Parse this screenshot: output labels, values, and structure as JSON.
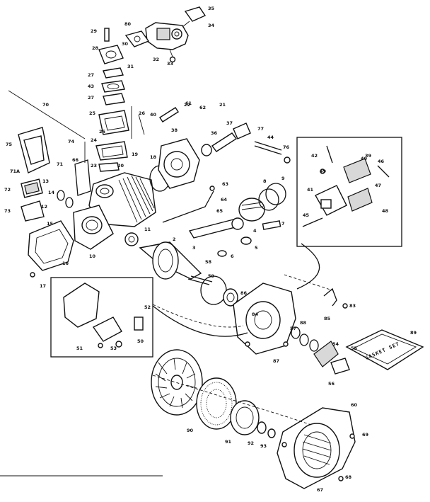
{
  "labels": {
    "l1": "80",
    "l2": "29",
    "l3": "30",
    "l4": "28",
    "l5": "31",
    "l6": "27",
    "l7": "43",
    "l8": "27",
    "l9": "26",
    "l10": "25",
    "l11": "24",
    "l12": "23",
    "l13": "70",
    "l14": "75",
    "l15": "74",
    "l16": "71",
    "l17": "71A",
    "l18": "72",
    "l19": "73",
    "l20": "13",
    "l21": "12",
    "l22": "14",
    "l23": "15",
    "l24": "16",
    "l25": "17",
    "l26": "10",
    "l27": "11",
    "l28": "62",
    "l29": "21",
    "l30": "22",
    "l31": "36",
    "l32": "38",
    "l33": "37",
    "l34": "77",
    "l35": "44",
    "l36": "76",
    "l37": "63",
    "l38": "64",
    "l39": "65",
    "l40": "9",
    "l41": "8",
    "l42": "7",
    "l43": "4",
    "l44": "5",
    "l45": "6",
    "l46": "3",
    "l47": "2",
    "l48": "58",
    "l49": "59",
    "l50": "33",
    "l51": "32",
    "l52": "34",
    "l53": "35",
    "l54": "61",
    "l55": "18",
    "l56": "19",
    "l57": "20",
    "l58": "66",
    "l59": "50",
    "l60": "51",
    "l61": "52",
    "l62": "53",
    "l63": "40",
    "l64": "39",
    "l65": "46",
    "l66": "42",
    "l67": "47",
    "l68": "48",
    "l69": "49",
    "l70": "41",
    "l71": "45",
    "l72": "83",
    "l73": "84",
    "l74": "86",
    "l75": "85",
    "l76": "87",
    "l77": "88",
    "l78": "89",
    "l79": "90",
    "l80": "91",
    "l81": "92",
    "l82": "93",
    "l83": "56",
    "l84": "57",
    "l85": "54",
    "l86": "55",
    "l87": "60",
    "l88": "67",
    "l89": "68",
    "l90": "69",
    "l91": "25",
    "l92": "40"
  },
  "gasket_box": {
    "text": "GASKET SET"
  }
}
